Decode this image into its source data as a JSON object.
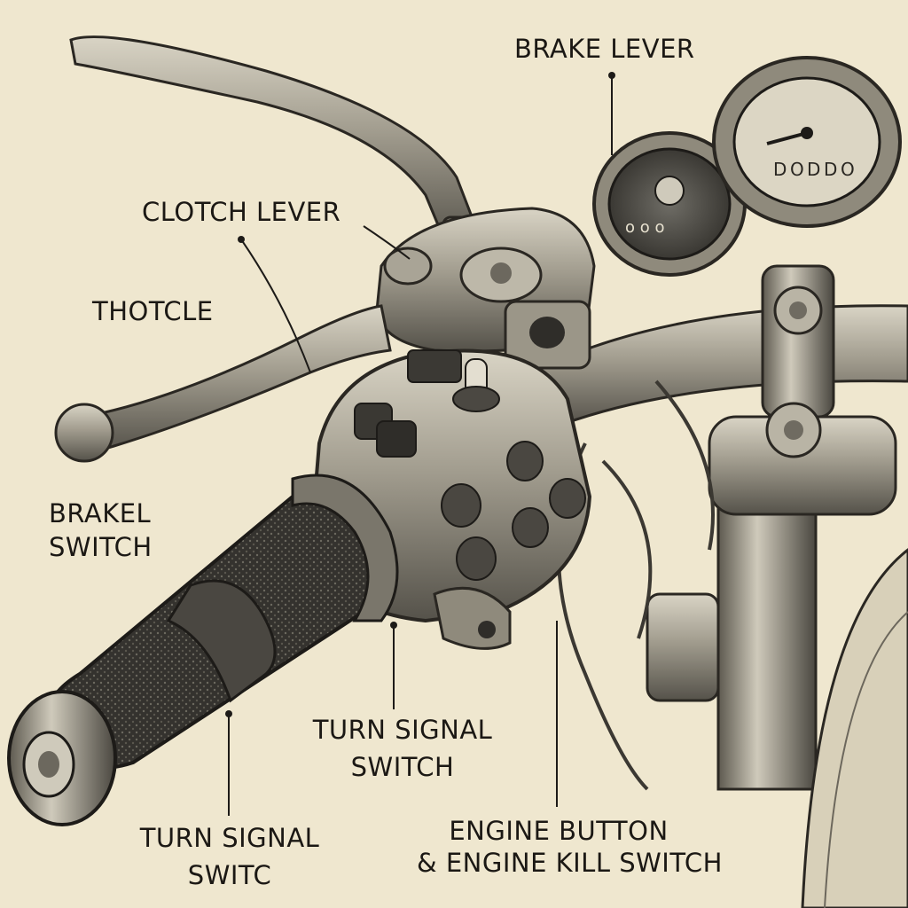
{
  "labels": {
    "brake_lever": "BRAKE LEVER",
    "clutch_lever": "CLOTCH LEVER",
    "throttle": "THOTCLE",
    "brakel_switch": [
      "BRAKEL",
      "SWITCH"
    ],
    "turn_signal_switch_center": [
      "TURN SIGNAL",
      "SWITCH"
    ],
    "turn_signal_switch_left": [
      "TURN SIGNAL",
      "SWITC"
    ],
    "engine_button": [
      "ENGINE BUTTON",
      "& ENGINE KILL SWITCH"
    ]
  },
  "gauge_marks": [
    "D",
    "O",
    "D",
    "D",
    "O"
  ],
  "colors": {
    "paper": "#efe7cf",
    "ink": "#1b1814",
    "chrome": "#9c978a",
    "grip": "#34322e"
  }
}
